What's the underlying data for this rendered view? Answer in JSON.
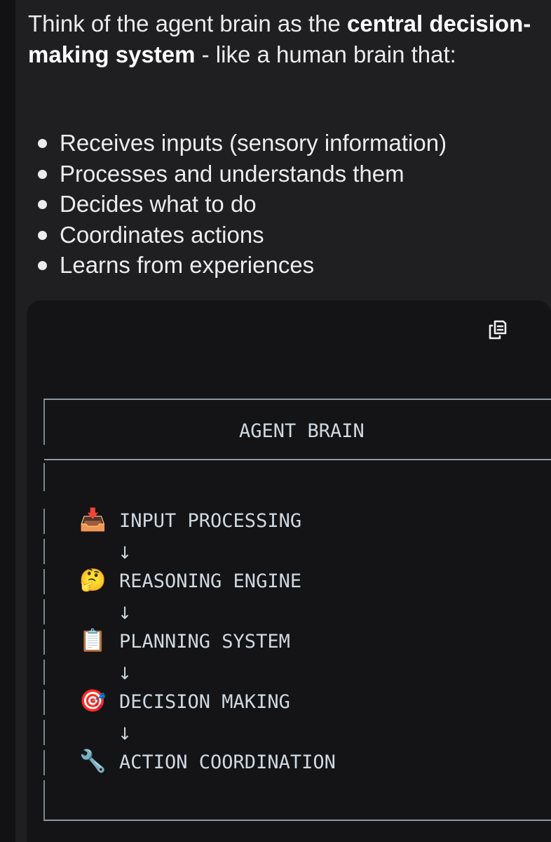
{
  "intro": {
    "before": "Think of the agent brain as the ",
    "bold": "central decision-making system",
    "after": " - like a human brain that:"
  },
  "bullets": [
    "Receives inputs (sensory information)",
    "Processes and understands them",
    "Decides what to do",
    "Coordinates actions",
    "Learns from experiences"
  ],
  "code": {
    "copy_icon": "copy-icon",
    "title": "AGENT BRAIN",
    "steps": [
      {
        "icon": "inbox-tray-icon",
        "emoji": "📥",
        "label": "INPUT PROCESSING"
      },
      {
        "icon": "thinking-face-icon",
        "emoji": "🤔",
        "label": "REASONING ENGINE"
      },
      {
        "icon": "clipboard-icon",
        "emoji": "📋",
        "label": "PLANNING SYSTEM"
      },
      {
        "icon": "direct-hit-icon",
        "emoji": "🎯",
        "label": "DECISION MAKING"
      },
      {
        "icon": "wrench-icon",
        "emoji": "🔧",
        "label": "ACTION COORDINATION"
      }
    ],
    "arrow": "↓"
  },
  "colors": {
    "background": "#121214",
    "panel": "#1f1f22",
    "code_background": "#141416",
    "text": "#ececec",
    "code_text": "#cfd8e0"
  }
}
